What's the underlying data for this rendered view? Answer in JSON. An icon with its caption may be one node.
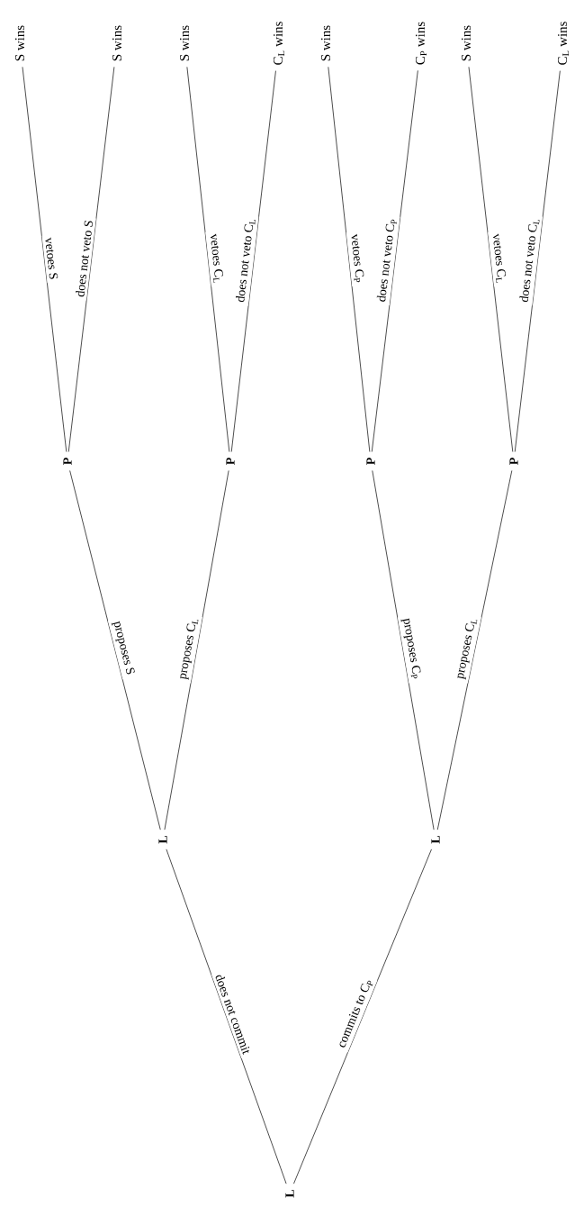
{
  "diagram": {
    "nodes": [
      {
        "text": [
          "L"
        ]
      },
      {
        "text": [
          "L"
        ]
      },
      {
        "text": [
          "L"
        ]
      },
      {
        "text": [
          "P"
        ]
      },
      {
        "text": [
          "P"
        ]
      },
      {
        "text": [
          "P"
        ]
      },
      {
        "text": [
          "P"
        ]
      },
      {
        "text": [
          "S wins"
        ]
      },
      {
        "text": [
          "S wins"
        ]
      },
      {
        "text": [
          "S wins"
        ]
      },
      {
        "text": [
          "C$_{L}$ wins"
        ]
      },
      {
        "text": [
          "S wins"
        ]
      },
      {
        "text": [
          "C$_{P}$ wins"
        ]
      },
      {
        "text": [
          "S wins"
        ]
      },
      {
        "text": [
          "C$_{L}$ wins"
        ]
      }
    ],
    "edges": [
      {
        "from": 0,
        "to": 1,
        "arrow": "none",
        "label": "does not commit"
      },
      {
        "from": 0,
        "to": 2,
        "arrow": "none",
        "label": "commits to C$_{P}$"
      },
      {
        "from": 1,
        "to": 3,
        "arrow": "none",
        "label": "proposes S"
      },
      {
        "from": 1,
        "to": 4,
        "arrow": "none",
        "label": "proposes C$_{L}$"
      },
      {
        "from": 2,
        "to": 5,
        "arrow": "none",
        "label": "proposes C$_{P}$"
      },
      {
        "from": 2,
        "to": 6,
        "arrow": "none",
        "label": "proposes C$_{L}$"
      },
      {
        "from": 3,
        "to": 7,
        "arrow": "none",
        "label": "vetoes S"
      },
      {
        "from": 3,
        "to": 8,
        "arrow": "none",
        "label": "does not veto S"
      },
      {
        "from": 4,
        "to": 9,
        "arrow": "none",
        "label": "vetoes C$_{L}$"
      },
      {
        "from": 4,
        "to": 10,
        "arrow": "none",
        "label": "does not veto C$_{L}$"
      },
      {
        "from": 5,
        "to": 11,
        "arrow": "none",
        "label": "vetoes C$_{P}$"
      },
      {
        "from": 5,
        "to": 12,
        "arrow": "none",
        "label": "does not veto C$_{P}$"
      },
      {
        "from": 6,
        "to": 13,
        "arrow": "none",
        "label": "vetoes C$_{L}$"
      },
      {
        "from": 6,
        "to": 14,
        "arrow": "none",
        "label": "does not veto C$_{L}$"
      }
    ]
  }
}
